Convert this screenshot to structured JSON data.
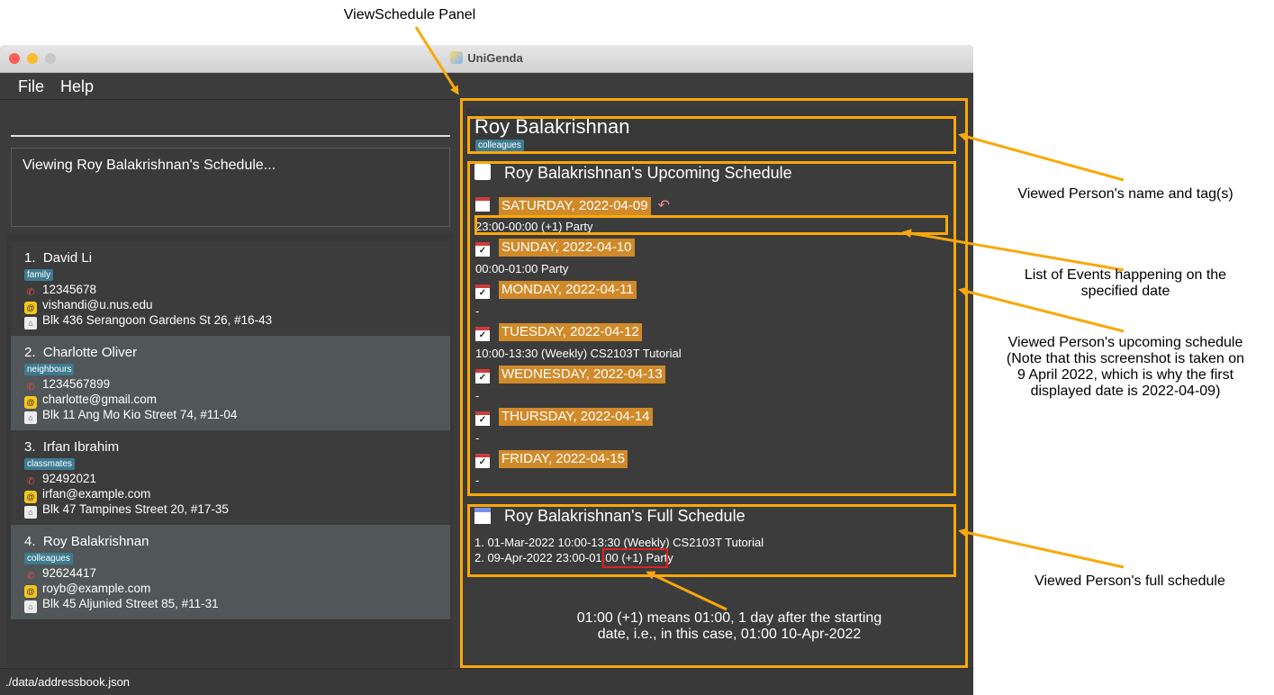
{
  "window": {
    "title": "UniGenda"
  },
  "menu": {
    "file": "File",
    "help": "Help"
  },
  "result": {
    "text": "Viewing Roy Balakrishnan's Schedule..."
  },
  "persons": [
    {
      "index": "1.",
      "name": "David Li",
      "tag": "family",
      "phone": "12345678",
      "email": "vishandi@u.nus.edu",
      "address": "Blk 436 Serangoon Gardens St 26, #16-43"
    },
    {
      "index": "2.",
      "name": "Charlotte Oliver",
      "tag": "neighbours",
      "phone": "1234567899",
      "email": "charlotte@gmail.com",
      "address": "Blk 11 Ang Mo Kio Street 74, #11-04"
    },
    {
      "index": "3.",
      "name": "Irfan Ibrahim",
      "tag": "classmates",
      "phone": "92492021",
      "email": "irfan@example.com",
      "address": "Blk 47 Tampines Street 20, #17-35"
    },
    {
      "index": "4.",
      "name": "Roy Balakrishnan",
      "tag": "colleagues",
      "phone": "92624417",
      "email": "royb@example.com",
      "address": "Blk 45 Aljunied Street 85, #11-31"
    }
  ],
  "status": {
    "path": "./data/addressbook.json"
  },
  "viewed": {
    "name": "Roy Balakrishnan",
    "tag": "colleagues",
    "upcoming_title": "Roy Balakrishnan's Upcoming Schedule",
    "days": [
      {
        "label": "SATURDAY, 2022-04-09",
        "events": "23:00-00:00 (+1) Party"
      },
      {
        "label": "SUNDAY, 2022-04-10",
        "events": "00:00-01:00 Party"
      },
      {
        "label": "MONDAY, 2022-04-11",
        "events": "-"
      },
      {
        "label": "TUESDAY, 2022-04-12",
        "events": "10:00-13:30 (Weekly) CS2103T Tutorial"
      },
      {
        "label": "WEDNESDAY, 2022-04-13",
        "events": "-"
      },
      {
        "label": "THURSDAY, 2022-04-14",
        "events": "-"
      },
      {
        "label": "FRIDAY, 2022-04-15",
        "events": "-"
      }
    ],
    "full_title": "Roy Balakrishnan's Full Schedule",
    "full_1": "1. 01-Mar-2022 10:00-13:30 (Weekly) CS2103T Tutorial",
    "full_2_pre": "2. 09-Apr-2022 23:00",
    "full_2_mid": "-01:00 (+1)",
    "full_2_post": " Party"
  },
  "annotations": {
    "panel": "ViewSchedule Panel",
    "name_tag": "Viewed Person's name and tag(s)",
    "events_1": "List of Events happening on the",
    "events_2": "specified date",
    "upcoming_1": "Viewed Person's upcoming schedule",
    "upcoming_2": "(Note that this screenshot is taken on",
    "upcoming_3": "9 April 2022, which is why the first",
    "upcoming_4": "displayed date is 2022-04-09)",
    "full": "Viewed Person's full schedule",
    "plus1_1": "01:00 (+1) means 01:00, 1 day after the starting",
    "plus1_2": "date, i.e., in this case, 01:00 10-Apr-2022"
  },
  "colors": {
    "accent": "#f9a80a",
    "day_header": "#d08a2a",
    "tag": "#3e7b91"
  }
}
